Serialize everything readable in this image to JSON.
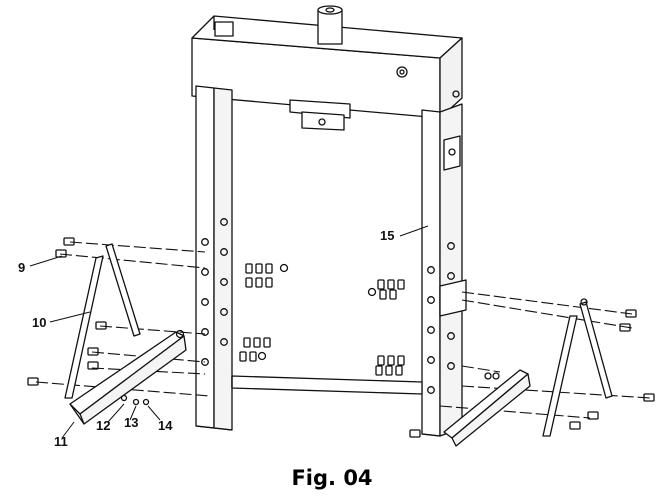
{
  "caption": "Fig. 04",
  "callouts": {
    "c9": "9",
    "c10": "10",
    "c11": "11",
    "c12": "12",
    "c13": "13",
    "c14": "14",
    "c15": "15"
  }
}
